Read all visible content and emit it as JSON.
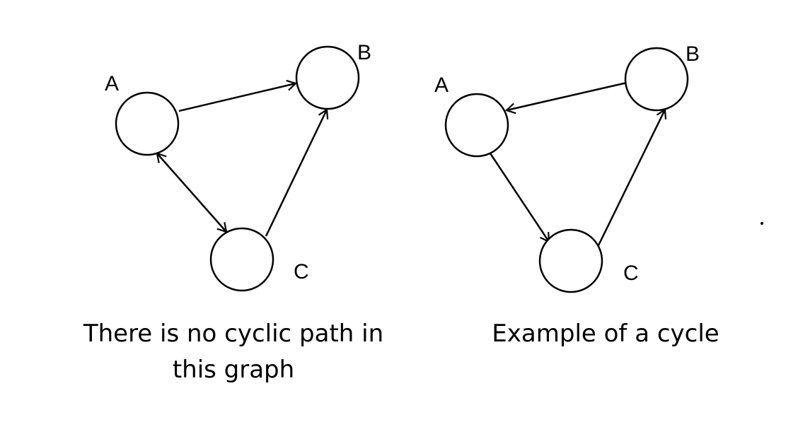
{
  "left_graph": {
    "node_a": "A",
    "node_b": "B",
    "node_c": "C",
    "caption_line1": "There is no cyclic path in",
    "caption_line2": "this graph"
  },
  "right_graph": {
    "node_a": "A",
    "node_b": "B",
    "node_c": "C",
    "caption": "Example of a cycle"
  },
  "colors": {
    "stroke": "#000000",
    "background": "#ffffff"
  }
}
